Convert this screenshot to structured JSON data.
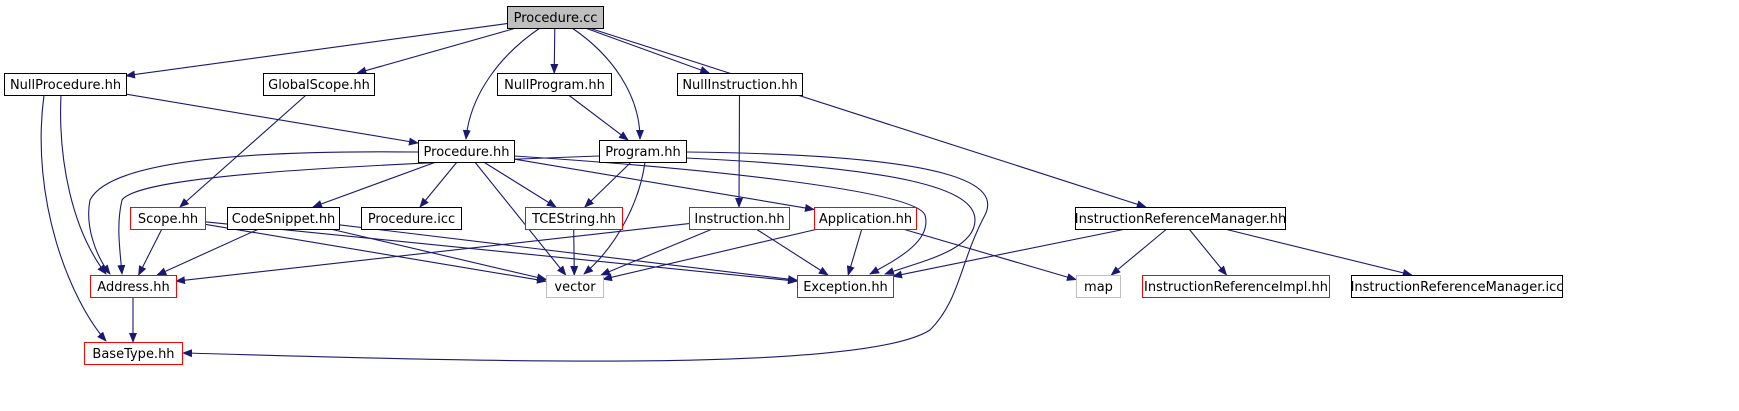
{
  "colors": {
    "edge": "#191970",
    "root_fill": "#bfbfbf",
    "normal_border": "#000000",
    "truncated_border": "#ff0000",
    "external_border": "#bfbfbf"
  },
  "nodes": [
    {
      "id": "procedure_cc",
      "label": "Procedure.cc",
      "kind": "root"
    },
    {
      "id": "null_procedure_hh",
      "label": "NullProcedure.hh",
      "kind": "normal"
    },
    {
      "id": "global_scope_hh",
      "label": "GlobalScope.hh",
      "kind": "normal"
    },
    {
      "id": "null_program_hh",
      "label": "NullProgram.hh",
      "kind": "normal"
    },
    {
      "id": "null_instruction_hh",
      "label": "NullInstruction.hh",
      "kind": "normal"
    },
    {
      "id": "procedure_hh",
      "label": "Procedure.hh",
      "kind": "normal"
    },
    {
      "id": "program_hh",
      "label": "Program.hh",
      "kind": "normal"
    },
    {
      "id": "scope_hh",
      "label": "Scope.hh",
      "kind": "truncated"
    },
    {
      "id": "code_snippet_hh",
      "label": "CodeSnippet.hh",
      "kind": "normal"
    },
    {
      "id": "procedure_icc",
      "label": "Procedure.icc",
      "kind": "normal"
    },
    {
      "id": "tcestring_hh",
      "label": "TCEString.hh",
      "kind": "truncated"
    },
    {
      "id": "instruction_hh",
      "label": "Instruction.hh",
      "kind": "truncated"
    },
    {
      "id": "application_hh",
      "label": "Application.hh",
      "kind": "truncated"
    },
    {
      "id": "irm_hh",
      "label": "InstructionReferenceManager.hh",
      "kind": "normal"
    },
    {
      "id": "address_hh",
      "label": "Address.hh",
      "kind": "truncated"
    },
    {
      "id": "vector",
      "label": "vector",
      "kind": "external"
    },
    {
      "id": "exception_hh",
      "label": "Exception.hh",
      "kind": "truncated"
    },
    {
      "id": "map",
      "label": "map",
      "kind": "external"
    },
    {
      "id": "irimpl_hh",
      "label": "InstructionReferenceImpl.hh",
      "kind": "truncated"
    },
    {
      "id": "irm_icc",
      "label": "InstructionReferenceManager.icc",
      "kind": "normal"
    },
    {
      "id": "base_type_hh",
      "label": "BaseType.hh",
      "kind": "truncated"
    }
  ],
  "edges": [
    {
      "from": "procedure_cc",
      "to": "null_procedure_hh"
    },
    {
      "from": "procedure_cc",
      "to": "global_scope_hh"
    },
    {
      "from": "procedure_cc",
      "to": "null_program_hh"
    },
    {
      "from": "procedure_cc",
      "to": "null_instruction_hh"
    },
    {
      "from": "procedure_cc",
      "to": "procedure_hh"
    },
    {
      "from": "procedure_cc",
      "to": "program_hh"
    },
    {
      "from": "procedure_cc",
      "to": "irm_hh"
    },
    {
      "from": "null_procedure_hh",
      "to": "procedure_hh"
    },
    {
      "from": "null_procedure_hh",
      "to": "address_hh"
    },
    {
      "from": "null_procedure_hh",
      "to": "base_type_hh"
    },
    {
      "from": "global_scope_hh",
      "to": "scope_hh"
    },
    {
      "from": "null_program_hh",
      "to": "program_hh"
    },
    {
      "from": "null_instruction_hh",
      "to": "instruction_hh"
    },
    {
      "from": "procedure_hh",
      "to": "address_hh"
    },
    {
      "from": "procedure_hh",
      "to": "code_snippet_hh"
    },
    {
      "from": "procedure_hh",
      "to": "procedure_icc"
    },
    {
      "from": "procedure_hh",
      "to": "tcestring_hh"
    },
    {
      "from": "procedure_hh",
      "to": "vector"
    },
    {
      "from": "procedure_hh",
      "to": "application_hh"
    },
    {
      "from": "procedure_hh",
      "to": "exception_hh"
    },
    {
      "from": "program_hh",
      "to": "tcestring_hh"
    },
    {
      "from": "program_hh",
      "to": "address_hh"
    },
    {
      "from": "program_hh",
      "to": "vector"
    },
    {
      "from": "program_hh",
      "to": "exception_hh"
    },
    {
      "from": "program_hh",
      "to": "base_type_hh"
    },
    {
      "from": "scope_hh",
      "to": "address_hh"
    },
    {
      "from": "scope_hh",
      "to": "vector"
    },
    {
      "from": "scope_hh",
      "to": "exception_hh"
    },
    {
      "from": "code_snippet_hh",
      "to": "address_hh"
    },
    {
      "from": "code_snippet_hh",
      "to": "vector"
    },
    {
      "from": "code_snippet_hh",
      "to": "exception_hh"
    },
    {
      "from": "tcestring_hh",
      "to": "vector"
    },
    {
      "from": "instruction_hh",
      "to": "address_hh"
    },
    {
      "from": "instruction_hh",
      "to": "vector"
    },
    {
      "from": "instruction_hh",
      "to": "exception_hh"
    },
    {
      "from": "application_hh",
      "to": "vector"
    },
    {
      "from": "application_hh",
      "to": "exception_hh"
    },
    {
      "from": "application_hh",
      "to": "map"
    },
    {
      "from": "irm_hh",
      "to": "exception_hh"
    },
    {
      "from": "irm_hh",
      "to": "map"
    },
    {
      "from": "irm_hh",
      "to": "irimpl_hh"
    },
    {
      "from": "irm_hh",
      "to": "irm_icc"
    },
    {
      "from": "address_hh",
      "to": "base_type_hh"
    }
  ]
}
